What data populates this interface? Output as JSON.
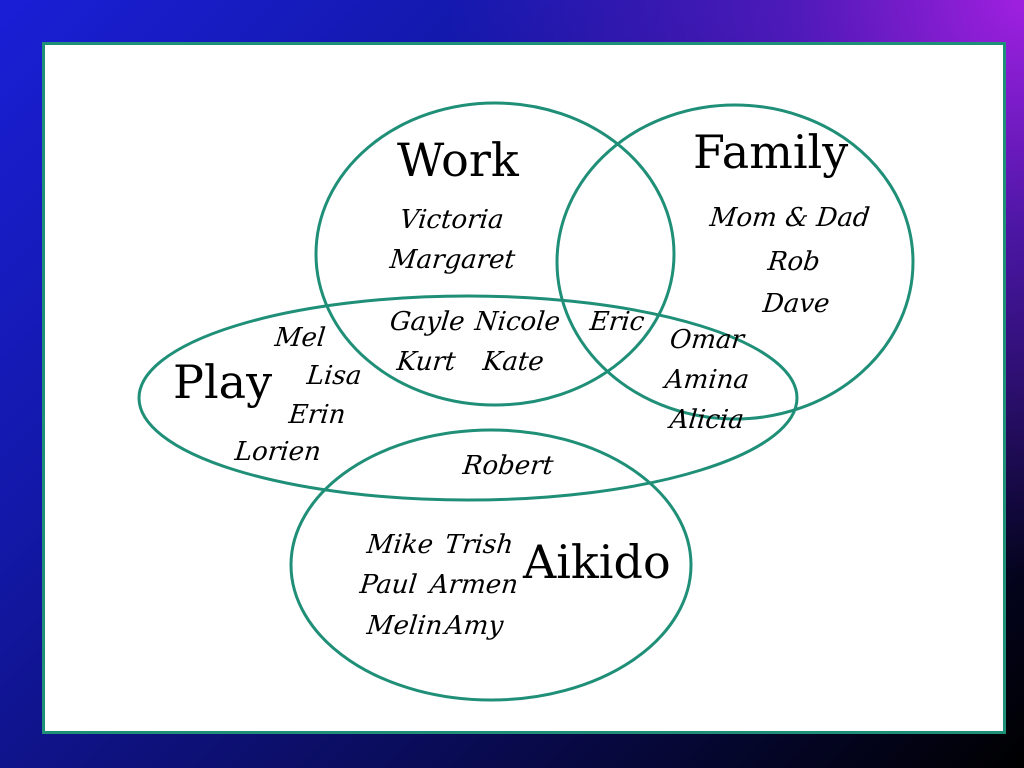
{
  "colors": {
    "circle_stroke": "#1f8f78",
    "frame": "#1f8f78",
    "text": "#000000"
  },
  "categories": {
    "work": "Work",
    "family": "Family",
    "play": "Play",
    "aikido": "Aikido"
  },
  "names": {
    "work_only": [
      "Victoria",
      "Margaret"
    ],
    "work_play": [
      "Gayle",
      "Nicole",
      "Kurt",
      "Kate"
    ],
    "work_play_family": "Eric",
    "family_only": [
      "Mom & Dad",
      "Rob",
      "Dave"
    ],
    "family_play": [
      "Omar",
      "Amina",
      "Alicia"
    ],
    "play_only": [
      "Mel",
      "Lisa",
      "Erin",
      "Lorien"
    ],
    "play_aikido": "Robert",
    "aikido_only": [
      "Mike",
      "Trish",
      "Paul",
      "Armen",
      "Melin",
      "Amy"
    ]
  }
}
